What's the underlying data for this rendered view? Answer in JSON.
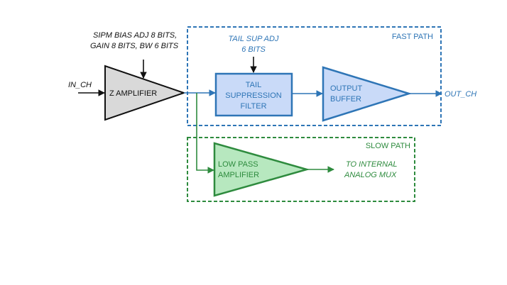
{
  "diagram": {
    "labels": {
      "in_ch": "IN_CH",
      "out_ch": "OUT_CH",
      "ctrl_line1": "SIPM BIAS ADJ 8 BITS,",
      "ctrl_line2": "GAIN 8 BITS, BW 6 BITS",
      "z_amplifier": "Z AMPLIFIER",
      "fast_path": "FAST PATH",
      "tail_sup_line1": "TAIL SUP ADJ",
      "tail_sup_line2": "6 BITS",
      "tsf_line1": "TAIL",
      "tsf_line2": "SUPPRESSION",
      "tsf_line3": "FILTER",
      "ob_line1": "OUTPUT",
      "ob_line2": "BUFFER",
      "slow_path": "SLOW PATH",
      "lpa_line1": "LOW PASS",
      "lpa_line2": "AMPLIFIER",
      "mux_line1": "TO INTERNAL",
      "mux_line2": "ANALOG MUX"
    },
    "colors": {
      "fast": "#2E75B6",
      "fast_fill": "#C9DAF8",
      "slow": "#2E8B3E",
      "slow_fill": "#B7E8BF",
      "zamp_fill": "#D9D9D9",
      "black": "#111111"
    }
  }
}
